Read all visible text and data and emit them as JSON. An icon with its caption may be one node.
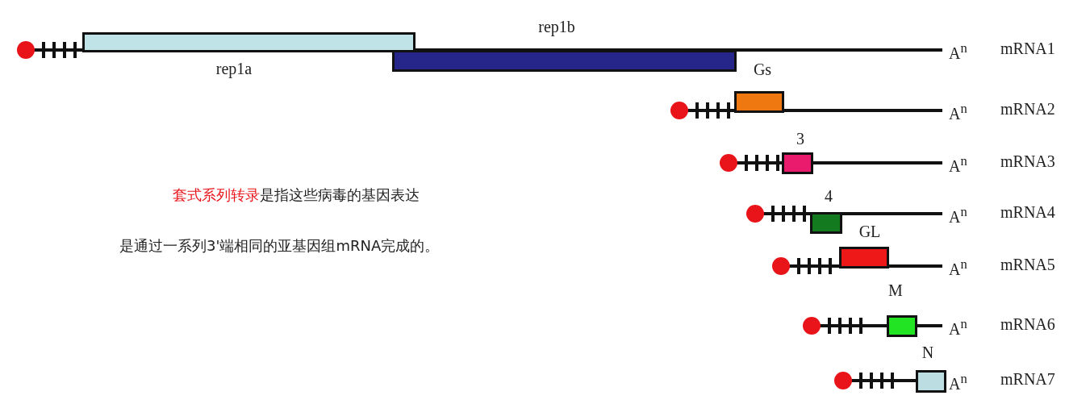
{
  "diagram": {
    "nodes": [
      {
        "text": [
          "rep1a"
        ]
      },
      {
        "text": [
          "rep1b"
        ]
      },
      {
        "text": [
          "Gs"
        ]
      },
      {
        "text": [
          "3"
        ]
      },
      {
        "text": [
          "4"
        ]
      },
      {
        "text": [
          "GL"
        ]
      },
      {
        "text": [
          "M"
        ]
      },
      {
        "text": [
          "N"
        ]
      }
    ],
    "edges": [],
    "labels": [
      "A$^{n}$",
      "mRNA1",
      "A$^{n}$",
      "mRNA2",
      "A$^{n}$",
      "mRNA3",
      "A$^{n}$",
      "mRNA4",
      "A$^{n}$",
      "mRNA5",
      "A$^{n}$",
      "mRNA6",
      "A$^{n}$",
      "mRNA7",
      "套式系列转录",
      "是指这些病毒的基因表达",
      "是通过一系列3'端相同的亚基因组mRNA完成的。"
    ]
  }
}
